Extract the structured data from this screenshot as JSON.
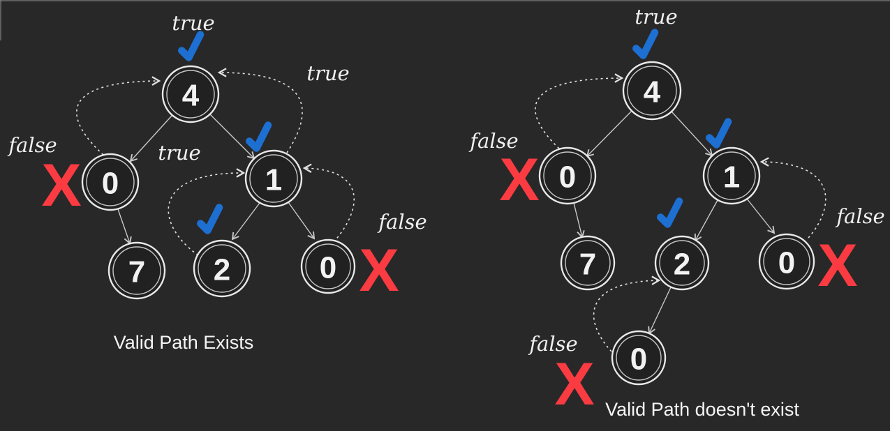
{
  "background": "#282828",
  "colors": {
    "background": "#282828",
    "check": "#1d6fd2",
    "cross": "#fa3b42",
    "node_stroke": "#e9e9e9",
    "edge": "#c9c9c9"
  },
  "icons": {
    "check": "✓",
    "cross": "X"
  },
  "trees": [
    {
      "caption": "Valid Path Exists",
      "nodes": [
        {
          "value": "4",
          "mark": "check",
          "result": "true"
        },
        {
          "value": "0",
          "mark": "cross",
          "result": "false"
        },
        {
          "value": "1",
          "mark": "check",
          "result": "true"
        },
        {
          "value": "7"
        },
        {
          "value": "2",
          "mark": "check",
          "result": "true"
        },
        {
          "value": "0",
          "mark": "cross",
          "result": "false"
        }
      ],
      "annotations": {
        "root_true": "true",
        "right_return": "true",
        "left_return": "false",
        "grand_left_return": "true",
        "grand_right_return": "false"
      }
    },
    {
      "caption": "Valid Path doesn't exist",
      "nodes": [
        {
          "value": "4",
          "mark": "check",
          "result": "true"
        },
        {
          "value": "0",
          "mark": "cross",
          "result": "false"
        },
        {
          "value": "1",
          "mark": "check"
        },
        {
          "value": "7"
        },
        {
          "value": "2",
          "mark": "check"
        },
        {
          "value": "0",
          "mark": "cross",
          "result": "false"
        },
        {
          "value": "0",
          "mark": "cross",
          "result": "false"
        }
      ],
      "annotations": {
        "root_true": "true",
        "left_return": "false",
        "right_return": "false",
        "bottom_return": "false"
      }
    }
  ]
}
